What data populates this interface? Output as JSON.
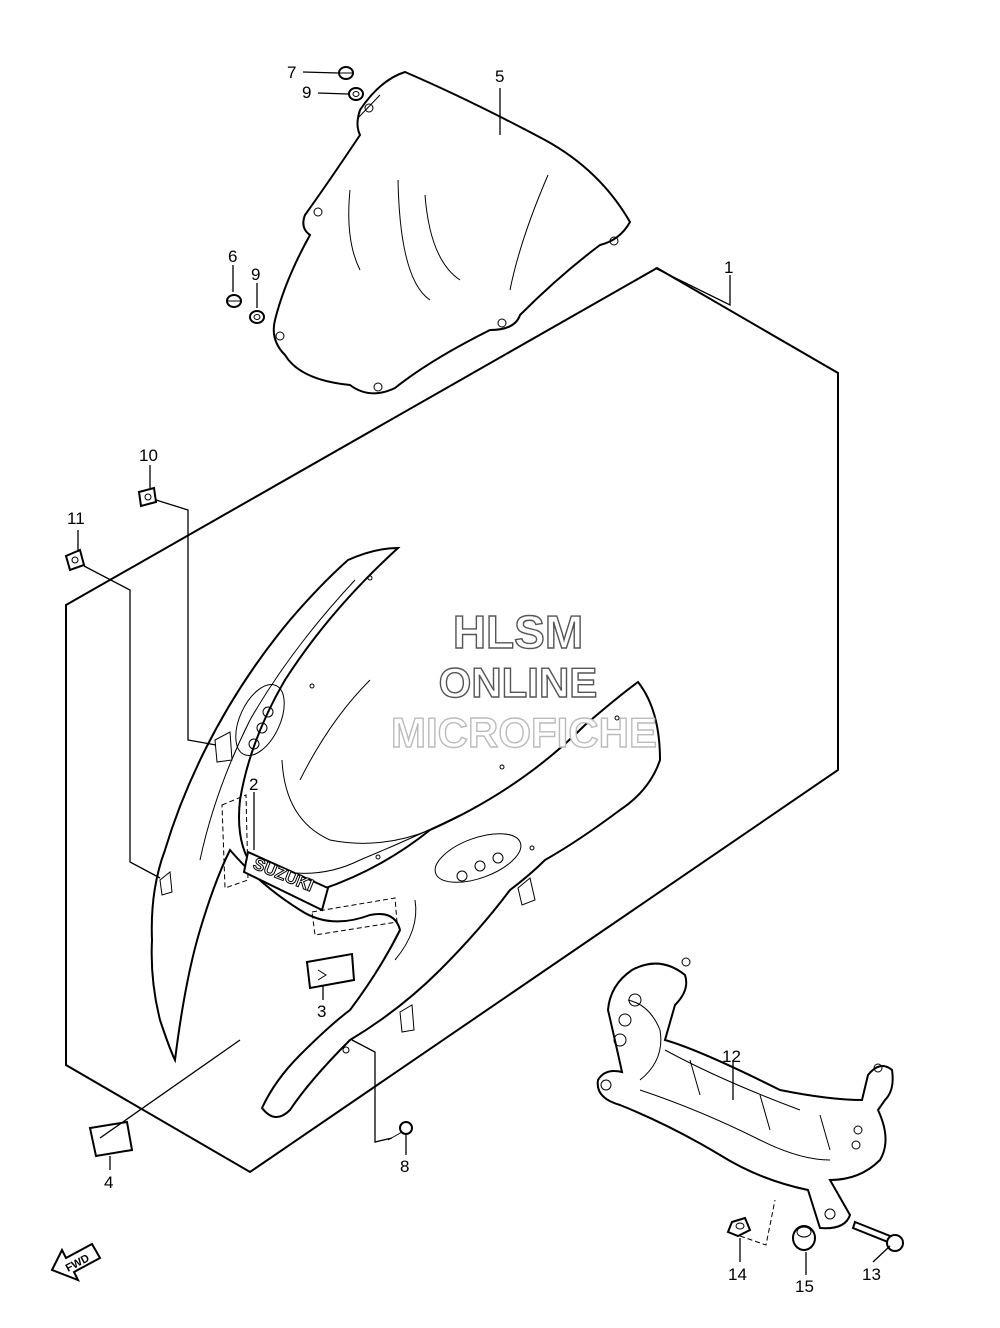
{
  "watermark": {
    "line1": "HLSM",
    "line2": "ONLINE",
    "line3": "MICROFICHE"
  },
  "emblem_text": "SUZUKI",
  "fwd_label": "FWD",
  "callouts": {
    "p1": "1",
    "p2": "2",
    "p3": "3",
    "p4": "4",
    "p5": "5",
    "p6": "6",
    "p7": "7",
    "p8": "8",
    "p9a": "9",
    "p9b": "9",
    "p10": "10",
    "p11": "11",
    "p12": "12",
    "p13": "13",
    "p14": "14",
    "p15": "15"
  }
}
